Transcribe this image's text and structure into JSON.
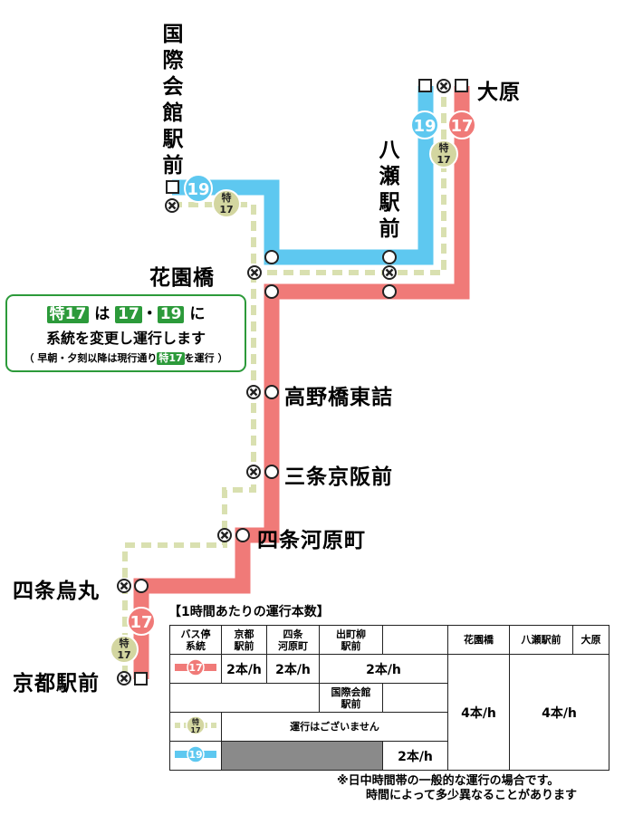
{
  "route_map": {
    "colors": {
      "route17": "#f07a78",
      "route19": "#5ec8f0",
      "tokubetsu17": "#d9e0b0",
      "tokubetsu_bg": "#d3d6a0",
      "callout_green": "#2c9a3a"
    },
    "routes": [
      {
        "id": "17",
        "badge": "17",
        "color_ref": "route17"
      },
      {
        "id": "19",
        "badge": "19",
        "color_ref": "route19"
      },
      {
        "id": "toku17",
        "badge_top": "特",
        "badge_bottom": "17",
        "color_ref": "tokubetsu17"
      }
    ],
    "stops": {
      "ohara": "大原",
      "yase": "八瀬駅前",
      "kokusai": "国際会館駅前",
      "hanazono": "花園橋",
      "takano": "高野橋東詰",
      "sanjo": "三条京阪前",
      "shijo_kawaramachi": "四条河原町",
      "shijo_karasuma": "四条烏丸",
      "kyoto": "京都駅前"
    }
  },
  "callout": {
    "line1_badge": "特17",
    "line1_mid": "は",
    "line1_b1": "17",
    "line1_dot": "・",
    "line1_b2": "19",
    "line1_end": "に",
    "line2": "系統を変更し運行します",
    "line3_pre": "（ 早朝・夕刻以降は現行通り",
    "line3_badge": "特17",
    "line3_post": "を運行 ）"
  },
  "table": {
    "title": "【1時間あたりの運行本数】",
    "corner_top": "バス停",
    "corner_bottom": "系統",
    "headers": [
      "京都駅前",
      "四条河原町",
      "出町柳駅前",
      "",
      "花園橋",
      "八瀬駅前",
      "大原"
    ],
    "header_lines": [
      [
        "京都",
        "駅前"
      ],
      [
        "四条",
        "河原町"
      ],
      [
        "出町柳",
        "駅前"
      ]
    ],
    "r17": {
      "kyoto": "2本/h",
      "shijo": "2本/h",
      "demachi": "2本/h"
    },
    "kokusai_line1": "国際会館",
    "kokusai_line2": "駅前",
    "right_hanazono": "4本/h",
    "right_ohara": "4本/h",
    "toku17_text": "運行はございません",
    "r19_value": "2本/h"
  },
  "note": {
    "line1": "※日中時間帯の一般的な運行の場合です。",
    "line2": "時間によって多少異なることがあります"
  }
}
